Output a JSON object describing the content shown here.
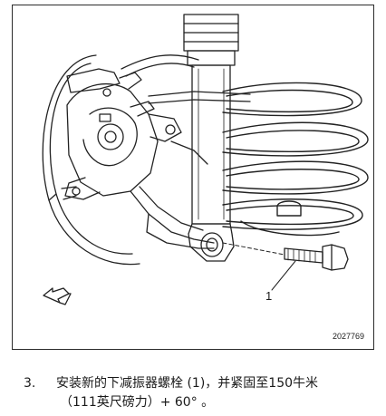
{
  "figure": {
    "figure_id": "2027769",
    "callout": "1"
  },
  "instruction": {
    "step_number": "3.",
    "line1": "安装新的下减振器螺栓 (1)，并紧固至150牛米",
    "line2": "（111英尺磅力）+ 60° 。"
  }
}
